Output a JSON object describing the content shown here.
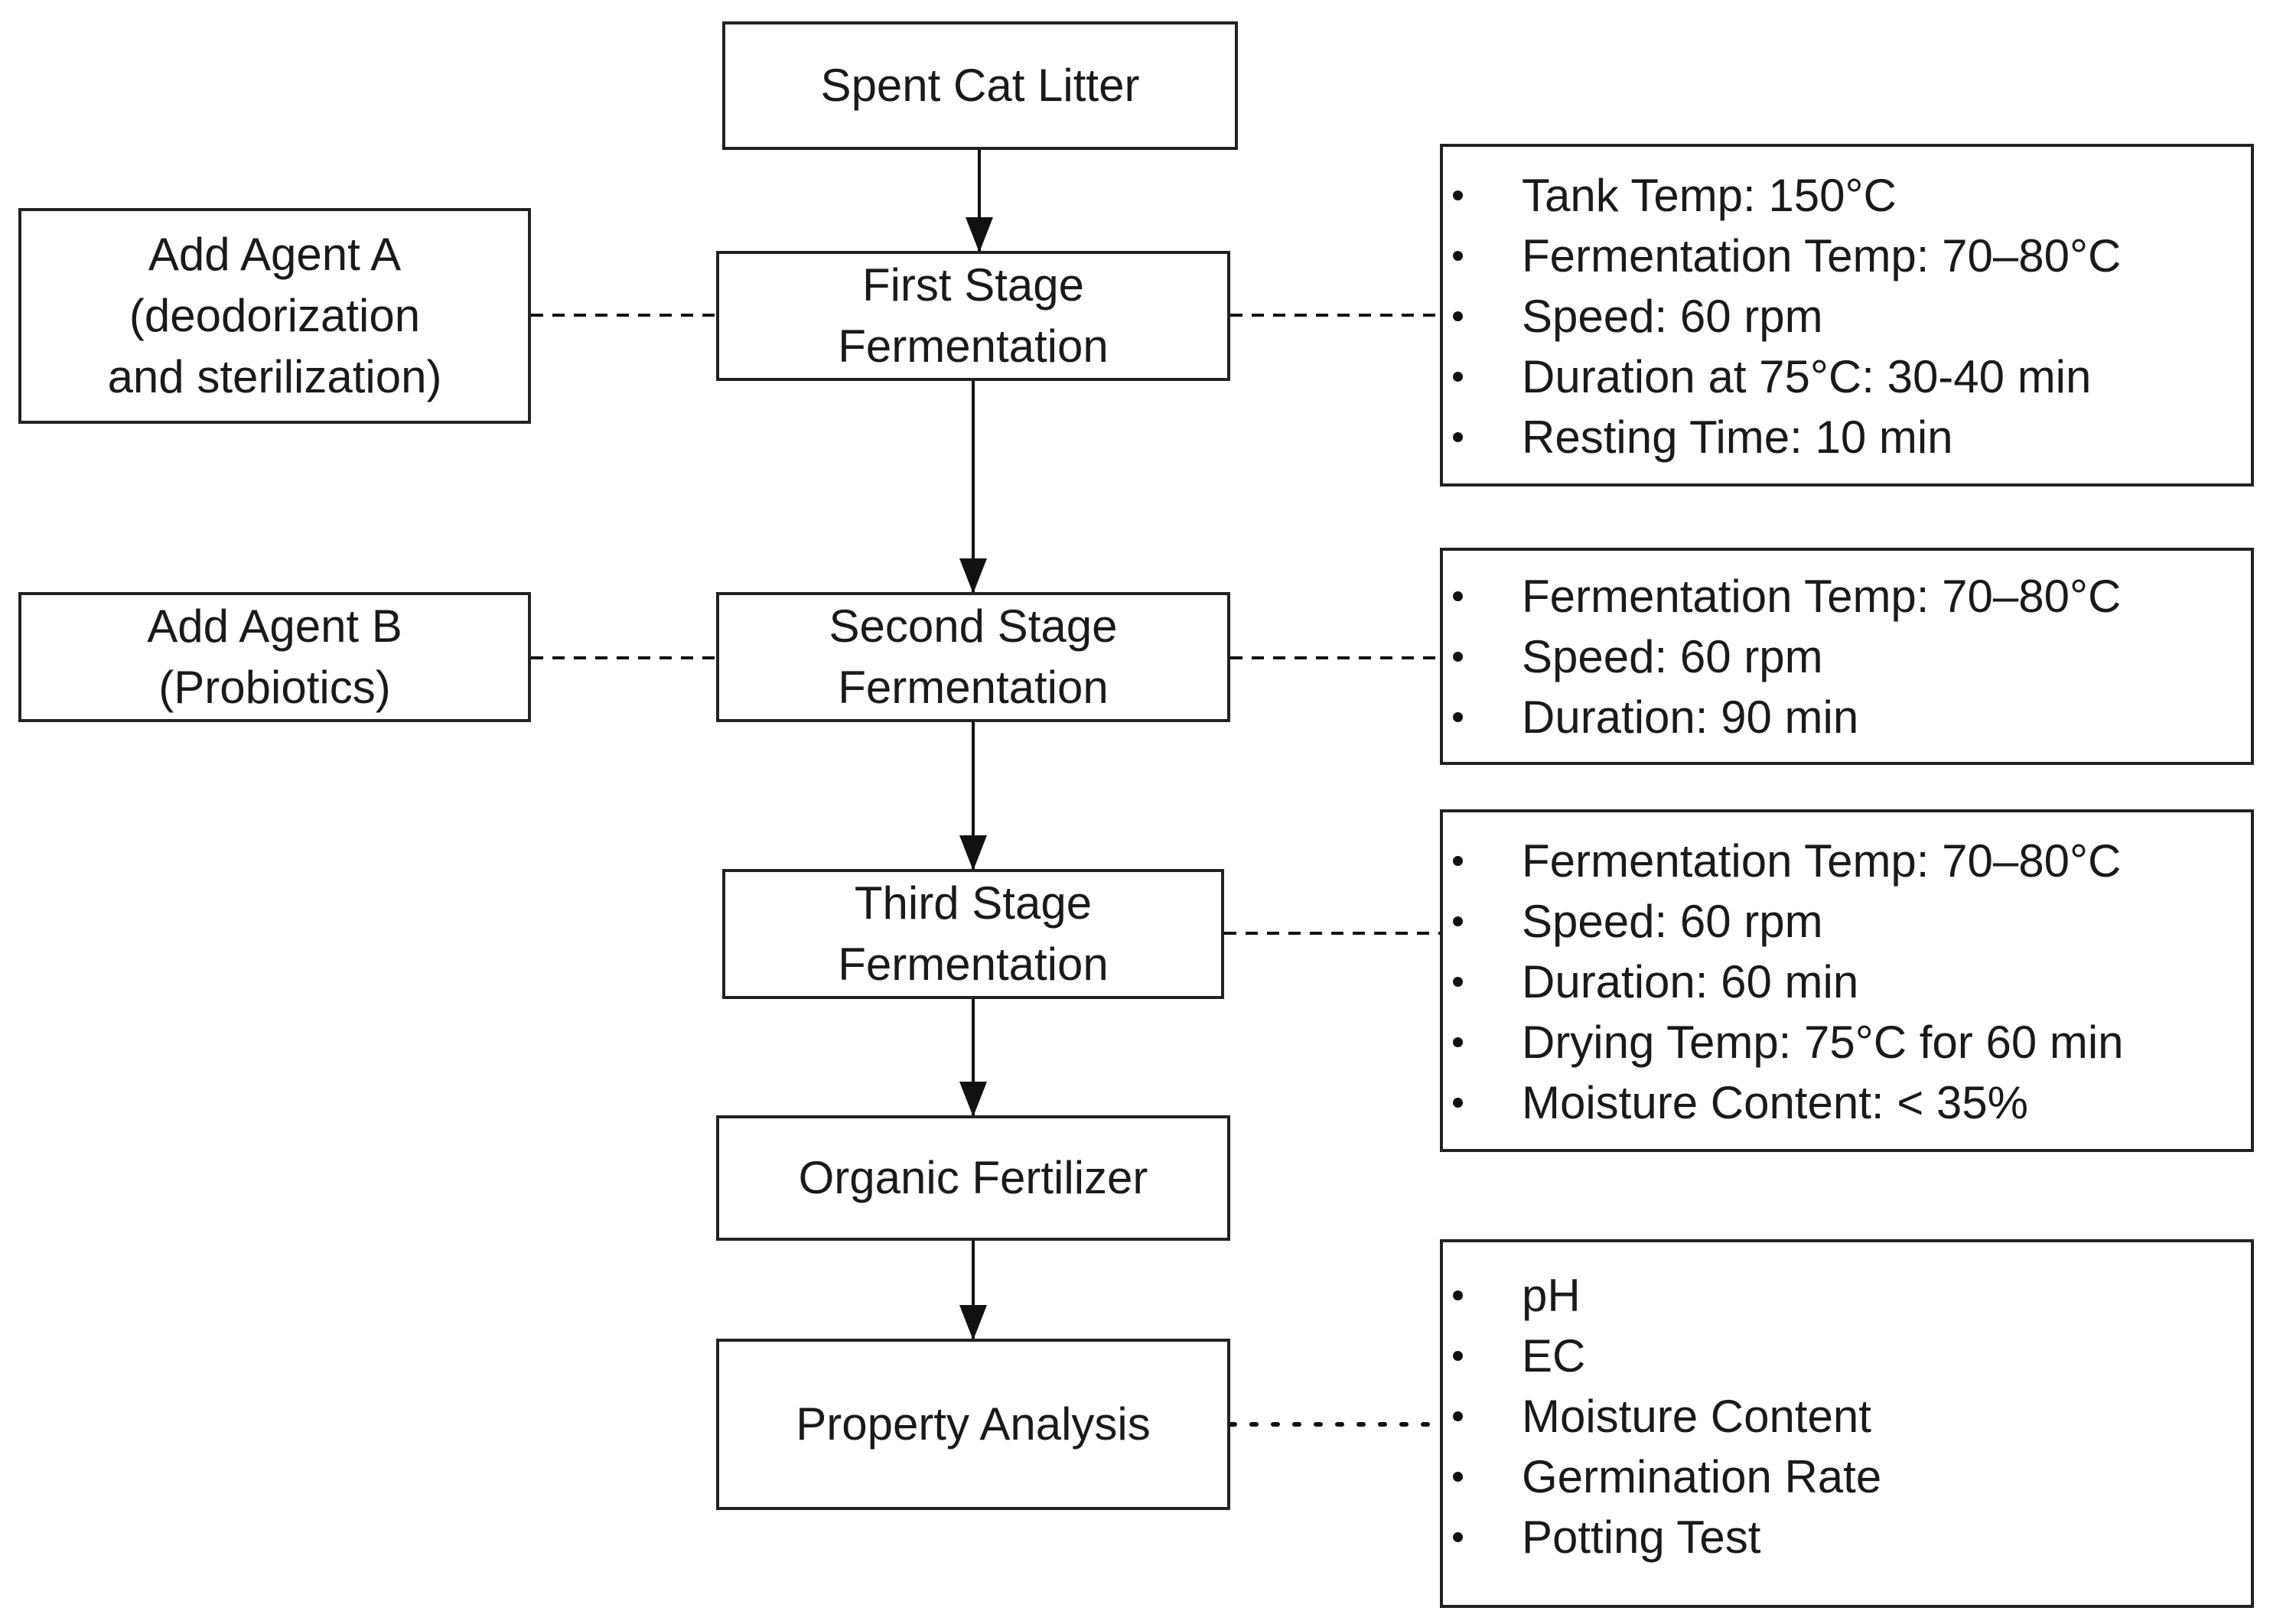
{
  "nodes": {
    "spent_cat_litter": {
      "lines": [
        "Spent Cat Litter"
      ]
    },
    "first_stage": {
      "lines": [
        "First Stage",
        "Fermentation"
      ]
    },
    "second_stage": {
      "lines": [
        "Second Stage",
        "Fermentation"
      ]
    },
    "third_stage": {
      "lines": [
        "Third Stage",
        "Fermentation"
      ]
    },
    "organic_fertilizer": {
      "lines": [
        "Organic Fertilizer"
      ]
    },
    "property_analysis": {
      "lines": [
        "Property Analysis"
      ]
    },
    "agent_a": {
      "lines": [
        "Add Agent A",
        "(deodorization",
        "and sterilization)"
      ]
    },
    "agent_b": {
      "lines": [
        "Add Agent B",
        "(Probiotics)"
      ]
    }
  },
  "parameter_lists": {
    "first_stage": [
      "Tank Temp: 150°C",
      "Fermentation Temp: 70–80°C",
      "Speed: 60 rpm",
      "Duration at 75°C: 30-40 min",
      "Resting Time: 10 min"
    ],
    "second_stage": [
      "Fermentation Temp: 70–80°C",
      "Speed: 60 rpm",
      "Duration: 90 min"
    ],
    "third_stage": [
      "Fermentation Temp: 70–80°C",
      "Speed: 60 rpm",
      "Duration: 60 min",
      "Drying Temp: 75°C for 60 min",
      "Moisture Content: < 35%"
    ],
    "property_analysis": [
      "pH",
      "EC",
      "Moisture Content",
      "Germination Rate",
      "Potting Test"
    ]
  },
  "connector_styles": {
    "flow": "solid-arrow",
    "association": "dashed",
    "analysis": "dotted"
  },
  "colors": {
    "stroke": "#222222",
    "background": "#ffffff",
    "text": "#1a1a1a"
  }
}
